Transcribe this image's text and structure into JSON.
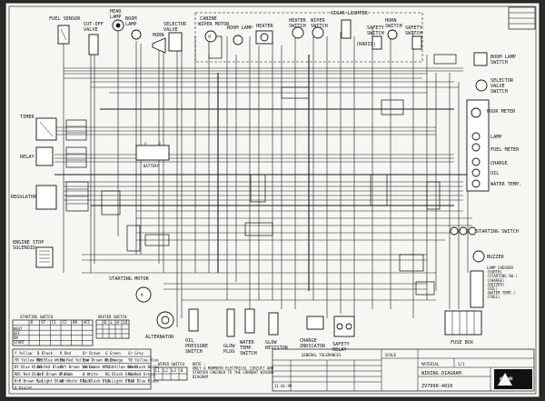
{
  "colors": {
    "paper": "#f6f6f2",
    "ink": "#111111",
    "border": "#222222"
  },
  "components_top": [
    {
      "id": "fuel-sensor",
      "label": "FUEL SENSOR"
    },
    {
      "id": "cut-off-valve",
      "label": "CUT-OFF\nVALVE"
    },
    {
      "id": "head-lamp",
      "label": "HEAD\nLAMP"
    },
    {
      "id": "boom-lamp-top",
      "label": "BOOM\nLAMP"
    },
    {
      "id": "horn",
      "label": "HORN"
    },
    {
      "id": "selector-valve",
      "label": "SELECTOR\nVALVE"
    },
    {
      "id": "cabine",
      "label": "CABINE"
    },
    {
      "id": "wiper-motor",
      "label": "WIPER MOTOR"
    },
    {
      "id": "room-lamp",
      "label": "ROOM LAMP"
    },
    {
      "id": "heater",
      "label": "HEATER"
    },
    {
      "id": "heater-switch",
      "label": "HEATER\nSWITCH"
    },
    {
      "id": "wiper-switch",
      "label": "WIPER\nSWITCH"
    },
    {
      "id": "cigar-lighter",
      "label": "CIGAR LIGHTER"
    },
    {
      "id": "radio",
      "label": "(RADIO)"
    },
    {
      "id": "horn-switch",
      "label": "HORN\nSWITCH"
    },
    {
      "id": "safety-switch-1",
      "label": "SAFETY\nSWITCH"
    },
    {
      "id": "safety-switch-2",
      "label": "SAFETY\nSWITCH"
    }
  ],
  "components_left": [
    {
      "id": "timer",
      "label": "TIMER"
    },
    {
      "id": "relay",
      "label": "RELAY"
    },
    {
      "id": "regulator",
      "label": "REGULATOR"
    },
    {
      "id": "engine-stop-solenoid",
      "label": "ENGINE STOP\nSOLENOID"
    }
  ],
  "components_right": [
    {
      "id": "boom-lamp-switch",
      "label": "BOOM LAMP\nSWITCH"
    },
    {
      "id": "selector-valve-switch",
      "label": "SELECTOR\nVALVE\nSWITCH"
    },
    {
      "id": "hour-meter",
      "label": "HOUR METER"
    },
    {
      "id": "lamp",
      "label": "LAMP"
    },
    {
      "id": "fuel-meter",
      "label": "FUEL METER"
    },
    {
      "id": "charge",
      "label": "CHARGE"
    },
    {
      "id": "oil",
      "label": "OIL"
    },
    {
      "id": "water-temp",
      "label": "WATER TEMP."
    },
    {
      "id": "starting-switch",
      "label": "STARTING SWITCH"
    },
    {
      "id": "buzzer",
      "label": "BUZZER"
    },
    {
      "id": "lamp-checker",
      "label": "LAMP CHECKER\n(EARTH)\n(STARTING SW.)\n(CHARGE)\n(BUZZER)\n(OIL)\n(WATER TEMP.)\n(FUEL)"
    },
    {
      "id": "fuse-box",
      "label": "FUSE BOX"
    }
  ],
  "components_bottom": [
    {
      "id": "battery",
      "label": "BATTERY"
    },
    {
      "id": "starting-motor",
      "label": "STARTING MOTOR"
    },
    {
      "id": "alternator",
      "label": "ALTERNATOR"
    },
    {
      "id": "oil-pressure-switch",
      "label": "OIL\nPRESSURE\nSWITCH"
    },
    {
      "id": "glow-plug",
      "label": "GLOW\nPLUG"
    },
    {
      "id": "water-temp-switch",
      "label": "WATER\nTEMP.\nSWITCH"
    },
    {
      "id": "glow-resistor",
      "label": "GLOW\nRESISTOR"
    },
    {
      "id": "charge-indicator",
      "label": "CHARGE\nINDICATOR"
    },
    {
      "id": "safety-relay",
      "label": "SAFETY\nRELAY"
    }
  ],
  "starting_switch_table": {
    "title": "STARTING SWITCH",
    "headers": [
      "",
      "B",
      "ST",
      "C1",
      "C2",
      "BR",
      "ACC"
    ],
    "rows": [
      "HEAT",
      "OFF",
      "ON",
      "START"
    ]
  },
  "heater_switch_table": {
    "title": "HEATER SWITCH",
    "headers": [
      "",
      "B",
      "L",
      "H",
      "LO"
    ]
  },
  "wiper_switch_table": {
    "title": "WIPER SWITCH",
    "headers": [
      "L1",
      "L2",
      "L3",
      "B"
    ]
  },
  "color_legend": [
    [
      "Y",
      "Yellow"
    ],
    [
      "B",
      "Black"
    ],
    [
      "R",
      "Red"
    ],
    [
      "Br",
      "Brown"
    ],
    [
      "G",
      "Green"
    ],
    [
      "Gr",
      "Grey"
    ],
    [
      "YR",
      "Yellow Red"
    ],
    [
      "BR",
      "Blue White"
    ],
    [
      "RW",
      "Red Yellow"
    ],
    [
      "BrW",
      "Brown White"
    ],
    [
      "O",
      "Orange"
    ],
    [
      "YB",
      "Yellow Blue"
    ],
    [
      "BY",
      "Blue Black"
    ],
    [
      "RB",
      "Red Black"
    ],
    [
      "BrY",
      "Brown Yellow"
    ],
    [
      "GW",
      "Green White"
    ],
    [
      "YG",
      "Yellow Green"
    ],
    [
      "BW",
      "Black White"
    ],
    [
      "RBl",
      "Red Blue"
    ],
    [
      "BrB",
      "Brown Black"
    ],
    [
      "P",
      "Pink"
    ],
    [
      "W",
      "White"
    ],
    [
      "BG",
      "Black Green"
    ],
    [
      "RG",
      "Red Green"
    ],
    [
      "BrR",
      "Brown Red"
    ],
    [
      "L",
      "Light Blue"
    ],
    [
      "WB",
      "White Black"
    ],
    [
      "BL",
      "Black Blue"
    ],
    [
      "LB",
      "Light Blue"
    ],
    [
      "BlB",
      "Blue Black"
    ],
    [
      "V",
      "Violet"
    ]
  ],
  "note": "NOTE :\nONLY A MAMMOTH ELECTRICAL CIRCUIT AND\nSTARTER CHECKED TO THE CURRENT WIRING\nDIAGRAM",
  "title_block": {
    "company": "AMMANN",
    "title": "WIRING DIAGRAM",
    "drawing_no": "ZV7090-4010",
    "date": "11.01.99",
    "tolerances": "GENERAL TOLERANCES",
    "material_label": "MATERIAL",
    "scale_label": "SCALE",
    "sheet": "1/1"
  }
}
